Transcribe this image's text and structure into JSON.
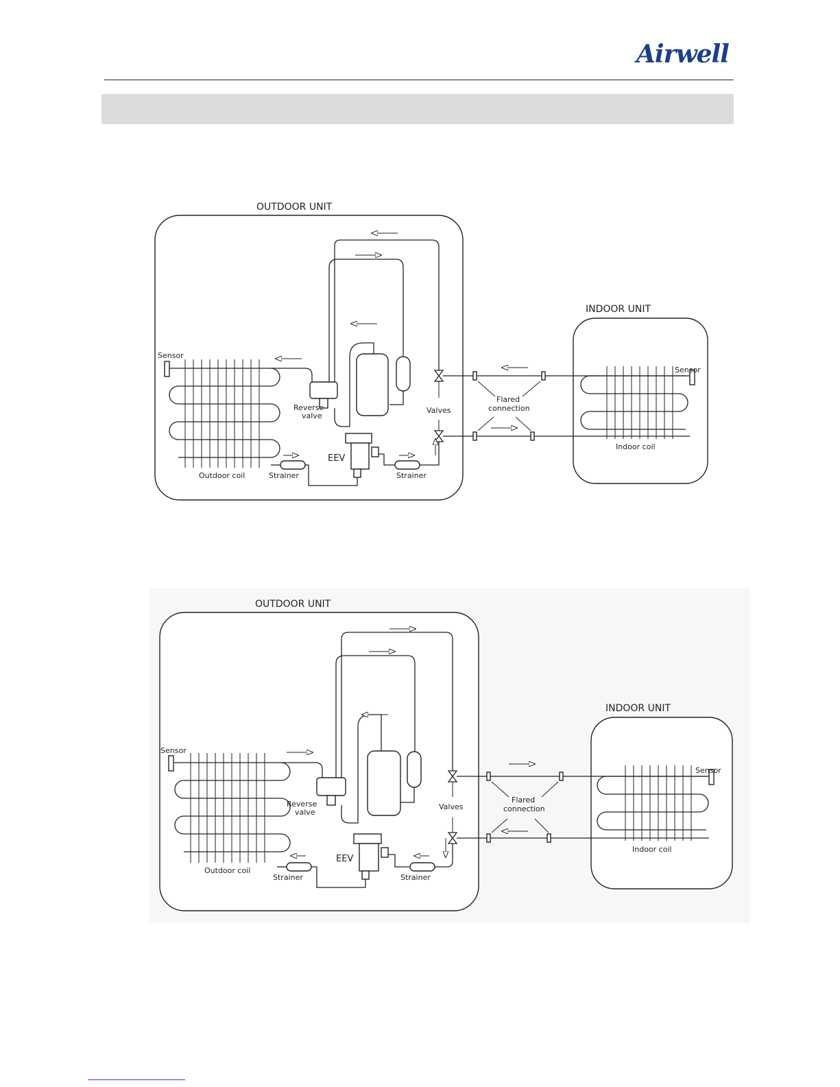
{
  "header": {
    "logo_text": "Airwell"
  },
  "diagrams": [
    {
      "outdoor_unit_label": "OUTDOOR UNIT",
      "indoor_unit_label": "INDOOR UNIT",
      "sensor_outdoor": "Sensor",
      "sensor_indoor": "Sensor",
      "reverse_valve_line1": "Reverse",
      "reverse_valve_line2": "valve",
      "valves": "Valves",
      "flared_line1": "Flared",
      "flared_line2": "connection",
      "eev": "EEV",
      "strainer_left": "Strainer",
      "strainer_right": "Strainer",
      "outdoor_coil": "Outdoor coil",
      "indoor_coil": "Indoor coil"
    },
    {
      "outdoor_unit_label": "OUTDOOR UNIT",
      "indoor_unit_label": "INDOOR UNIT",
      "sensor_outdoor": "Sensor",
      "sensor_indoor": "Sensor",
      "reverse_valve_line1": "Reverse",
      "reverse_valve_line2": "valve",
      "valves": "Valves",
      "flared_line1": "Flared",
      "flared_line2": "connection",
      "eev": "EEV",
      "strainer_left": "Strainer",
      "strainer_right": "Strainer",
      "outdoor_coil": "Outdoor coil",
      "indoor_coil": "Indoor coil"
    }
  ]
}
